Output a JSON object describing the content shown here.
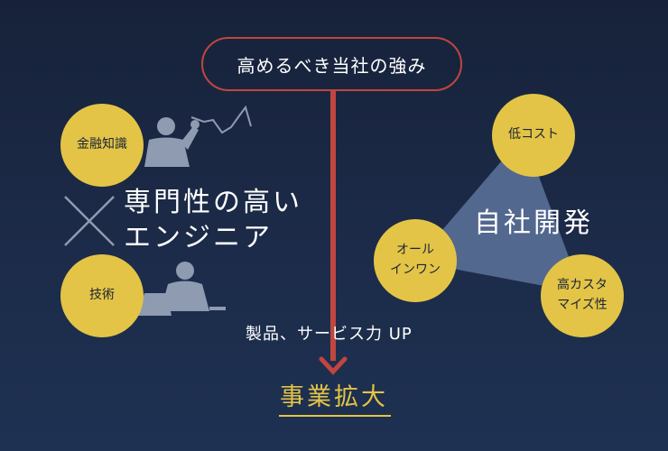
{
  "colors": {
    "accent_red": "#c0463f",
    "accent_yellow": "#e3c446",
    "figure_gray": "#8e9bb0",
    "triangle": "#5a6f96"
  },
  "title": "高めるべき当社の強み",
  "left_group": {
    "circle_top": "金融知識",
    "circle_bottom": "技術",
    "operator_icon": "cross-icon",
    "heading_line1": "専門性の高い",
    "heading_line2": "エンジニア"
  },
  "right_group": {
    "circle_top": "低コスト",
    "circle_left_line1": "オール",
    "circle_left_line2": "インワン",
    "circle_right_line1": "高カスタ",
    "circle_right_line2": "マイズ性",
    "heading": "自社開発"
  },
  "flow_label": "製品、サービス力 UP",
  "result": "事業拡大"
}
